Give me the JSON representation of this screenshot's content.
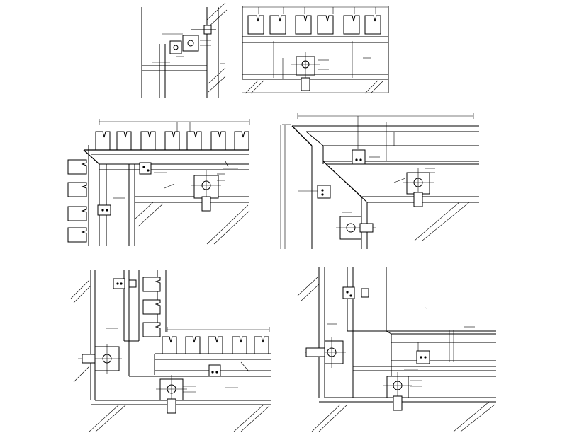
{
  "drawing": {
    "panels": [
      {
        "id": "detail-top-left"
      },
      {
        "id": "detail-top-right"
      },
      {
        "id": "detail-middle-left"
      },
      {
        "id": "detail-middle-right"
      },
      {
        "id": "detail-bottom-left"
      },
      {
        "id": "detail-bottom-right"
      }
    ],
    "annotations": "illegible"
  }
}
